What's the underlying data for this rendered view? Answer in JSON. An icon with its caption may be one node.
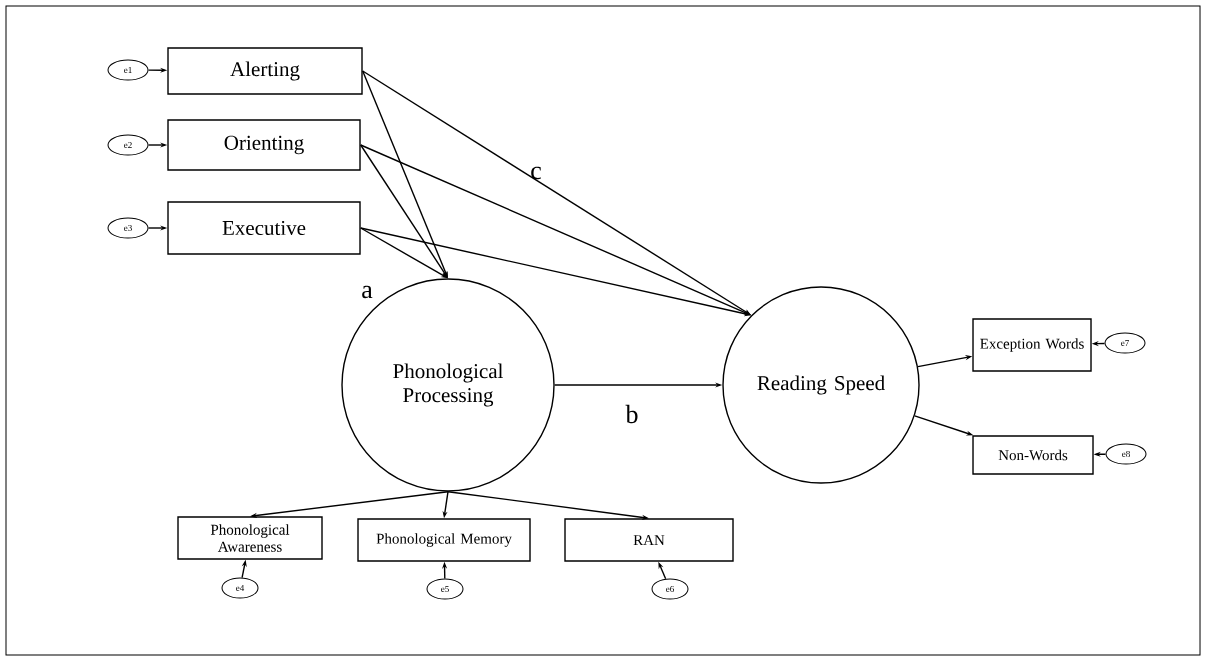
{
  "diagram": {
    "nodes": [
      {
        "text": [
          "e1"
        ]
      },
      {
        "text": [
          "Alerting"
        ]
      },
      {
        "text": [
          "e2"
        ]
      },
      {
        "text": [
          "Orienting"
        ]
      },
      {
        "text": [
          "e3"
        ]
      },
      {
        "text": [
          "Executive"
        ]
      },
      {
        "text": [
          "Phonological Processing"
        ]
      },
      {
        "text": [
          "Reading Speed"
        ]
      },
      {
        "text": [
          "Exception Words"
        ]
      },
      {
        "text": [
          "e7"
        ]
      },
      {
        "text": [
          "Non-Words"
        ]
      },
      {
        "text": [
          "e8"
        ]
      },
      {
        "text": [
          "Phonological Awareness"
        ]
      },
      {
        "text": [
          "e4"
        ]
      },
      {
        "text": [
          "Phonological Memory"
        ]
      },
      {
        "text": [
          "e5"
        ]
      },
      {
        "text": [
          "RAN"
        ]
      },
      {
        "text": [
          "e6"
        ]
      }
    ],
    "edges": [
      {
        "from": 0,
        "to": 1,
        "arrow": "to"
      },
      {
        "from": 2,
        "to": 3,
        "arrow": "to"
      },
      {
        "from": 4,
        "to": 5,
        "arrow": "to"
      },
      {
        "from": 1,
        "to": 6,
        "arrow": "to"
      },
      {
        "from": 1,
        "to": 7,
        "arrow": "to"
      },
      {
        "from": 3,
        "to": 6,
        "arrow": "to"
      },
      {
        "from": 3,
        "to": 7,
        "arrow": "to"
      },
      {
        "from": 5,
        "to": 6,
        "arrow": "to"
      },
      {
        "from": 5,
        "to": 7,
        "arrow": "to"
      },
      {
        "from": 6,
        "to": 7,
        "arrow": "to"
      },
      {
        "from": 7,
        "to": 8,
        "arrow": "to"
      },
      {
        "from": 7,
        "to": 10,
        "arrow": "to"
      },
      {
        "from": 9,
        "to": 8,
        "arrow": "to"
      },
      {
        "from": 11,
        "to": 10,
        "arrow": "to"
      },
      {
        "from": 6,
        "to": 12,
        "arrow": "to"
      },
      {
        "from": 6,
        "to": 14,
        "arrow": "to"
      },
      {
        "from": 6,
        "to": 16,
        "arrow": "to"
      },
      {
        "from": 13,
        "to": 12,
        "arrow": "to"
      },
      {
        "from": 15,
        "to": 14,
        "arrow": "to"
      },
      {
        "from": 17,
        "to": 16,
        "arrow": "to"
      }
    ],
    "labels": [
      "c",
      "a",
      "b"
    ]
  }
}
